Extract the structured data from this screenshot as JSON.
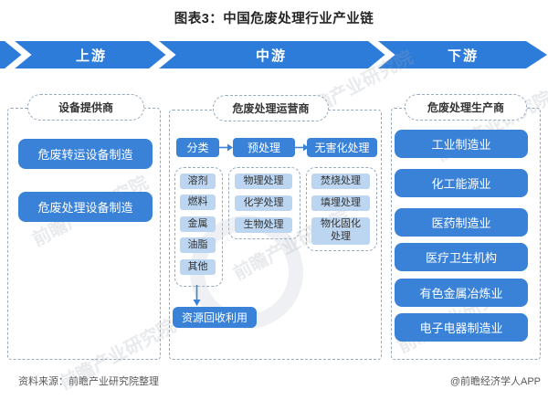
{
  "title": "图表3：中国危废处理行业产业链",
  "banner": {
    "stages": [
      "上游",
      "中游",
      "下游"
    ]
  },
  "upstream": {
    "header": "设备提供商",
    "items": [
      "危废转运设备制造",
      "危废处理设备制造"
    ]
  },
  "midstream": {
    "header": "危废处理运营商",
    "process": [
      "分类",
      "预处理",
      "无害化处理"
    ],
    "classify_items": [
      "溶剂",
      "燃料",
      "金属",
      "油脂",
      "其他"
    ],
    "pretreatment_items": [
      "物理处理",
      "化学处理",
      "生物处理"
    ],
    "harmless_items": [
      "焚烧处理",
      "填埋处理",
      "物化固化处理"
    ],
    "recycle_label": "资源回收利用"
  },
  "downstream": {
    "header": "危废处理生产商",
    "items": [
      "工业制造业",
      "化工能源业",
      "医药制造业",
      "医疗卫生机构",
      "有色金属冶炼业",
      "电子电器制造业"
    ]
  },
  "footer": {
    "source": "资料来源：前瞻产业研究院整理",
    "credit": "@前瞻经济学人APP"
  },
  "watermark": {
    "text": "前瞻产业研究院"
  },
  "colors": {
    "banner_blue": "#2E7CD9",
    "button_blue": "#3A82D8",
    "chip_blue": "#BCD6F1",
    "dashed_border": "#96A9BD"
  }
}
